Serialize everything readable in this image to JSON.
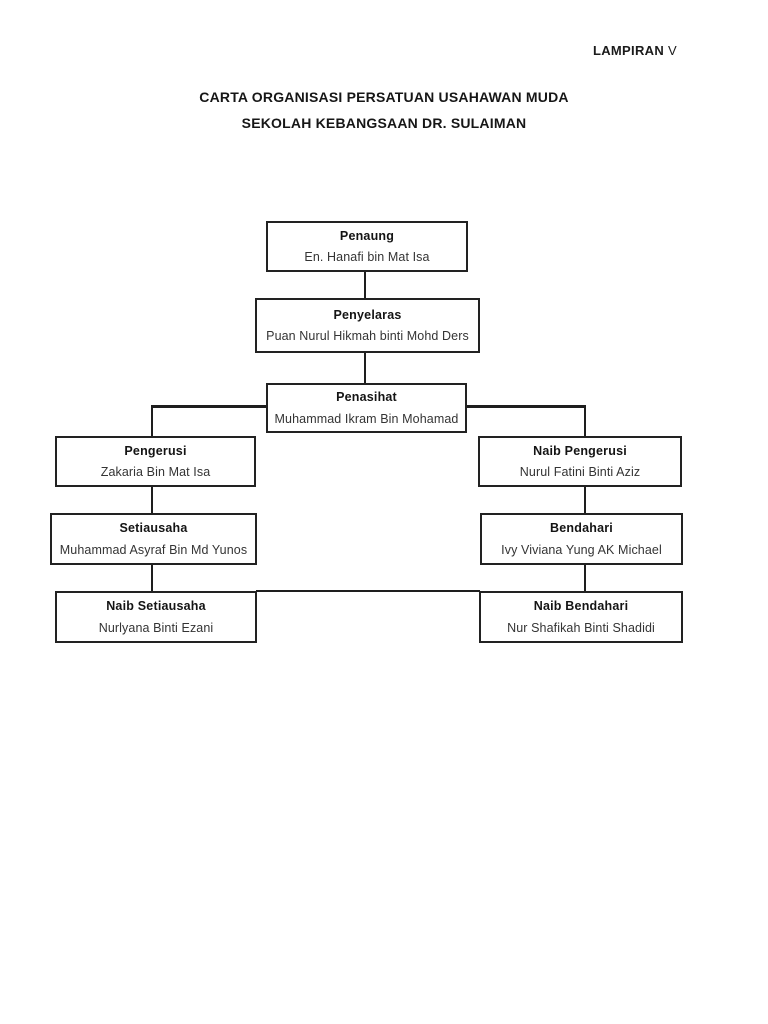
{
  "page": {
    "corner_label_bold": "LAMPIRAN",
    "corner_label_suffix": "V",
    "title_line1": "CARTA ORGANISASI PERSATUAN USAHAWAN MUDA",
    "title_line2": "SEKOLAH KEBANGSAAN DR. SULAIMAN"
  },
  "chart": {
    "type": "org-chart",
    "colors": {
      "box_border": "#222222",
      "role_text": "#141414",
      "name_text": "#343434",
      "connector": "#1e1e1e",
      "background": "#ffffff"
    },
    "nodes": [
      {
        "id": "penaung",
        "role": "Penaung",
        "name": "En. Hanafi bin Mat Isa"
      },
      {
        "id": "penyelaras",
        "role": "Penyelaras",
        "name": "Puan Nurul Hikmah binti Mohd Ders"
      },
      {
        "id": "penasihat",
        "role": "Penasihat",
        "name": "Muhammad Ikram Bin Mohamad"
      },
      {
        "id": "pengerusi",
        "role": "Pengerusi",
        "name": "Zakaria Bin Mat Isa"
      },
      {
        "id": "naib-pengerusi",
        "role": "Naib Pengerusi",
        "name": "Nurul Fatini Binti Aziz"
      },
      {
        "id": "setiausaha",
        "role": "Setiausaha",
        "name": "Muhammad Asyraf Bin Md Yunos"
      },
      {
        "id": "bendahari",
        "role": "Bendahari",
        "name": "Ivy Viviana Yung AK Michael"
      },
      {
        "id": "naib-setiausaha",
        "role": "Naib Setiausaha",
        "name": "Nurlyana Binti Ezani"
      },
      {
        "id": "naib-bendahari",
        "role": "Naib Bendahari",
        "name": "Nur Shafikah Binti Shadidi"
      }
    ],
    "edges": [
      "penaung->penyelaras",
      "penyelaras->penasihat",
      "penasihat->pengerusi",
      "penasihat->naib-pengerusi",
      "pengerusi->setiausaha",
      "naib-pengerusi->bendahari",
      "setiausaha->naib-setiausaha",
      "bendahari->naib-bendahari"
    ]
  }
}
